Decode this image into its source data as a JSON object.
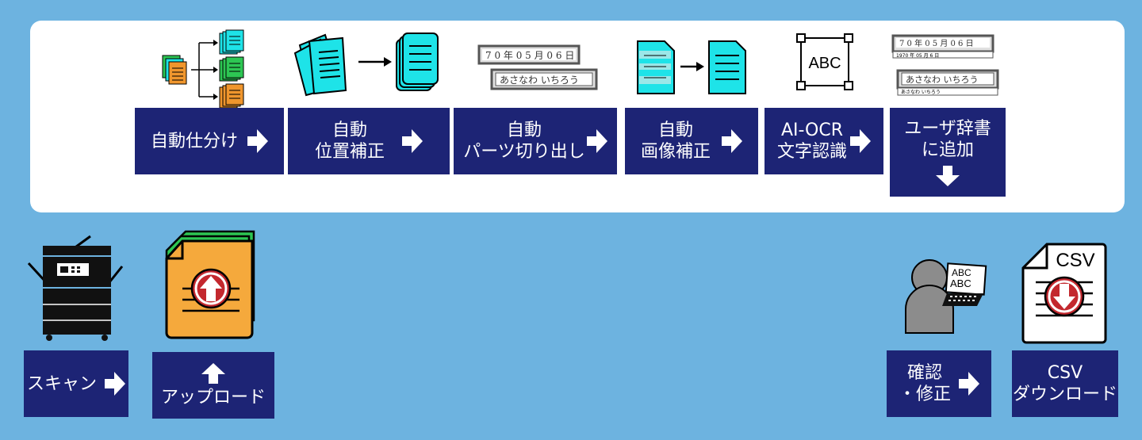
{
  "process_steps": [
    {
      "id": "auto-sort",
      "label_lines": [
        "自動仕分け"
      ]
    },
    {
      "id": "auto-position",
      "label_lines": [
        "自動",
        "位置補正"
      ]
    },
    {
      "id": "auto-parts",
      "label_lines": [
        "自動",
        "パーツ切り出し"
      ]
    },
    {
      "id": "auto-image",
      "label_lines": [
        "自動",
        "画像補正"
      ]
    },
    {
      "id": "ai-ocr",
      "label_lines": [
        "AI-OCR",
        "文字認識"
      ]
    },
    {
      "id": "user-dict",
      "label_lines": [
        "ユーザ辞書",
        "に追加"
      ]
    }
  ],
  "bottom_steps": [
    {
      "id": "scan",
      "label_lines": [
        "スキャン"
      ]
    },
    {
      "id": "upload",
      "label_lines": [
        "アップロード"
      ]
    },
    {
      "id": "confirm",
      "label_lines": [
        "確認",
        "・修正"
      ]
    },
    {
      "id": "csv-download",
      "label_lines": [
        "CSV",
        "ダウンロード"
      ]
    }
  ],
  "illustrations": {
    "abc_box_text": "ABC",
    "csv_doc_text": "CSV",
    "reviewer_card_text": [
      "ABC",
      "ABC"
    ],
    "date_field_text": "7 0 年 0 5 月 0 6 日",
    "name_field_text": "あさなわ いちろう",
    "dict_date_caption": "1970 年 05 月 6 日",
    "dict_name_caption": "あさなわ いちろう"
  },
  "colors": {
    "background": "#6db3e0",
    "panel": "#ffffff",
    "step_box": "#1d2475",
    "doc_cyan": "#1ee3e8",
    "doc_green": "#2dc653",
    "doc_orange": "#f0962d",
    "upload_orange": "#f5a93c",
    "arrow_red": "#c3282e"
  }
}
